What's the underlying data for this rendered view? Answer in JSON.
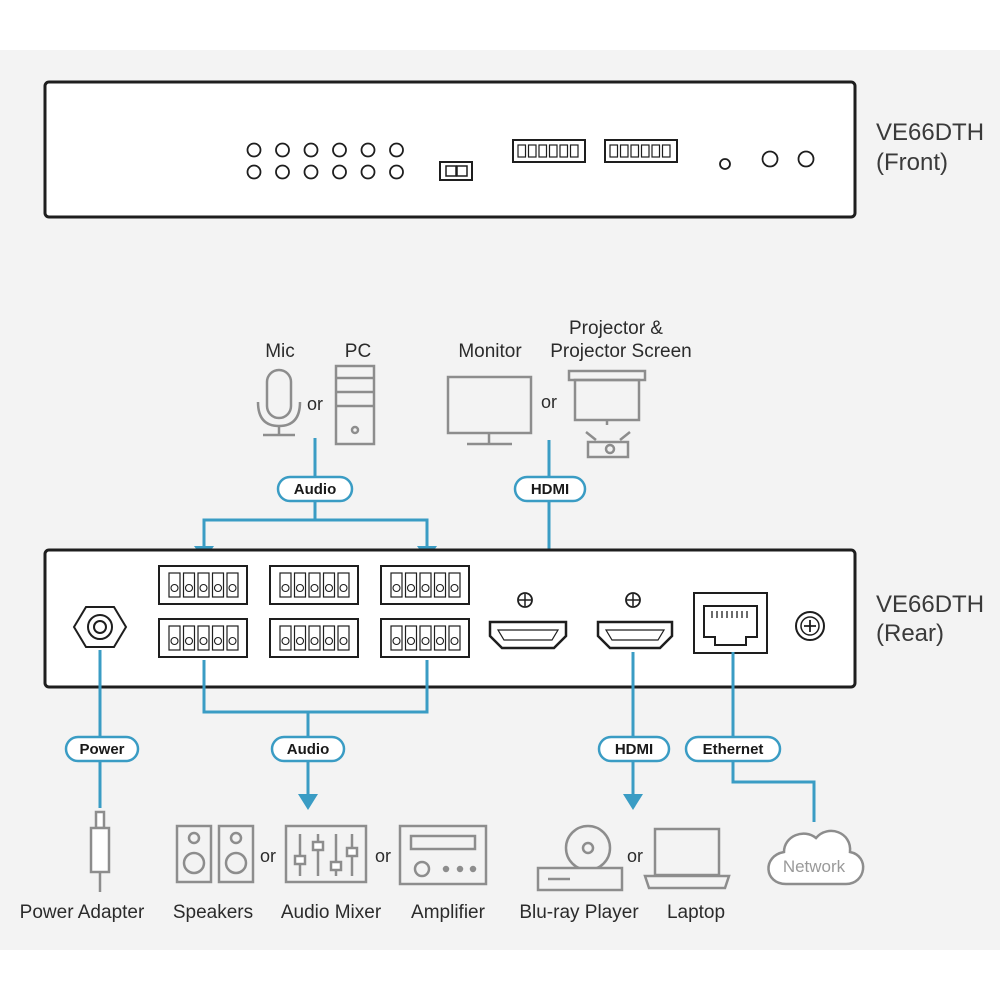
{
  "devices": {
    "front": {
      "model": "VE66DTH",
      "view": "(Front)"
    },
    "rear": {
      "model": "VE66DTH",
      "view": "(Rear)"
    }
  },
  "top_sources": {
    "mic": "Mic",
    "or": "or",
    "pc": "PC",
    "connection": "Audio"
  },
  "top_display": {
    "monitor": "Monitor",
    "or": "or",
    "projector_line1": "Projector &",
    "projector_line2": "Projector Screen",
    "connection": "HDMI"
  },
  "bottom": {
    "power": {
      "connection": "Power",
      "device": "Power Adapter"
    },
    "audio": {
      "connection": "Audio",
      "speakers": "Speakers",
      "or1": "or",
      "mixer": "Audio Mixer",
      "or2": "or",
      "amplifier": "Amplifier"
    },
    "hdmi": {
      "connection": "HDMI",
      "bluray": "Blu-ray Player",
      "or": "or",
      "laptop": "Laptop"
    },
    "ethernet": {
      "connection": "Ethernet",
      "network": "Network"
    }
  },
  "colors": {
    "line": "#3a9cc4",
    "device_stroke": "#1e1e1e",
    "icon_stroke": "#8d8d8d",
    "background": "#f3f3f3"
  }
}
